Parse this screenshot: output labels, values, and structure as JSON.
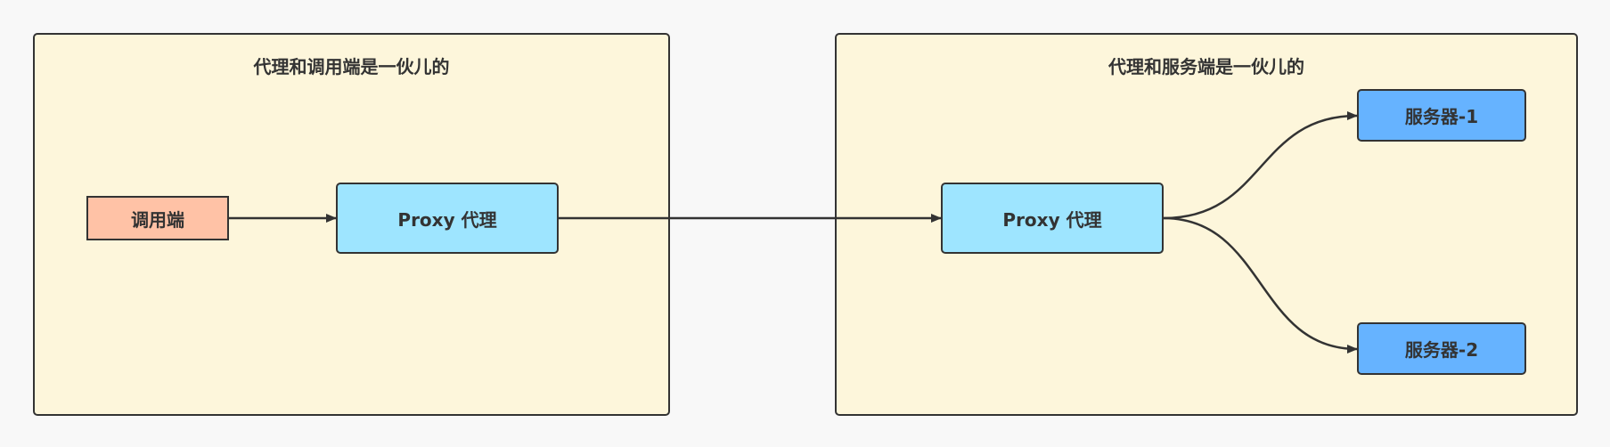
{
  "groups": {
    "client_side": {
      "title": "代理和调用端是一伙儿的"
    },
    "server_side": {
      "title": "代理和服务端是一伙儿的"
    }
  },
  "nodes": {
    "caller": {
      "label": "调用端",
      "color": "#ffc2a6"
    },
    "client_proxy": {
      "label": "Proxy 代理",
      "color": "#9ee5ff"
    },
    "server_proxy": {
      "label": "Proxy 代理",
      "color": "#9ee5ff"
    },
    "server_1": {
      "label": "服务器-1",
      "color": "#66b3ff"
    },
    "server_2": {
      "label": "服务器-2",
      "color": "#66b3ff"
    }
  },
  "edges": [
    {
      "from": "调用端",
      "to": "Proxy 代理"
    },
    {
      "from": "Proxy 代理",
      "to": "Proxy 代理"
    },
    {
      "from": "Proxy 代理",
      "to": "服务器-1"
    },
    {
      "from": "Proxy 代理",
      "to": "服务器-2"
    }
  ],
  "colors": {
    "group_fill": "#fdf6db",
    "stroke": "#333333",
    "background": "#f8f8f8"
  }
}
